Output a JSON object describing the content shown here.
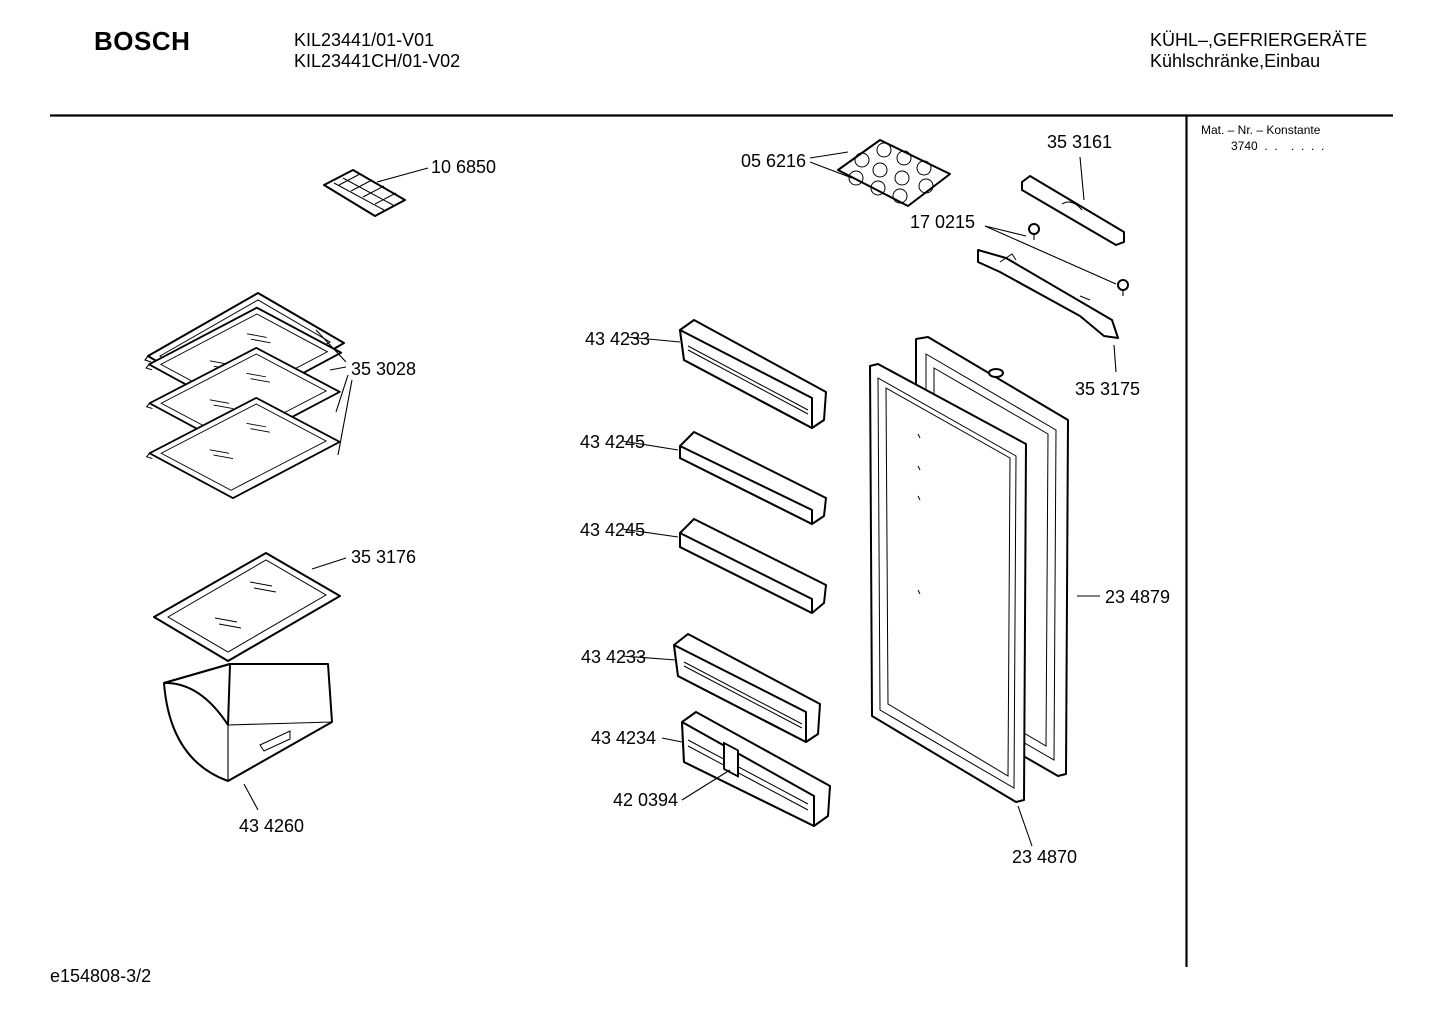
{
  "header": {
    "brand": "BOSCH",
    "model_lines": [
      "KIL23441/01-V01",
      "KIL23441CH/01-V02"
    ],
    "category_lines": [
      "KÜHL–,GEFRIERGERÄTE",
      "Kühlschränke,Einbau"
    ]
  },
  "sidebar": {
    "title": "Mat. – Nr. – Konstante",
    "value": "3740  .  .    .  .  .  ."
  },
  "parts": [
    {
      "id": "egg-tray-small",
      "number": "10 6850"
    },
    {
      "id": "glass-shelf-a",
      "number": "35 3028"
    },
    {
      "id": "glass-shelf-b",
      "number": "35 3176"
    },
    {
      "id": "crisper-drawer",
      "number": "43 4260"
    },
    {
      "id": "egg-tray",
      "number": "05 6216"
    },
    {
      "id": "screw",
      "number": "17 0215"
    },
    {
      "id": "handle-cover",
      "number": "35 3161"
    },
    {
      "id": "hinge-bracket",
      "number": "35 3175"
    },
    {
      "id": "door-shelf-top",
      "number": "43 4233"
    },
    {
      "id": "door-shelf-mid1",
      "number": "43 4245"
    },
    {
      "id": "door-shelf-mid2",
      "number": "43 4245"
    },
    {
      "id": "door-shelf-low",
      "number": "43 4233"
    },
    {
      "id": "bottle-shelf",
      "number": "43 4234"
    },
    {
      "id": "bottle-divider",
      "number": "42 0394"
    },
    {
      "id": "door",
      "number": "23 4879"
    },
    {
      "id": "door-gasket",
      "number": "23 4870"
    }
  ],
  "footer": {
    "code": "e154808-3/2"
  }
}
